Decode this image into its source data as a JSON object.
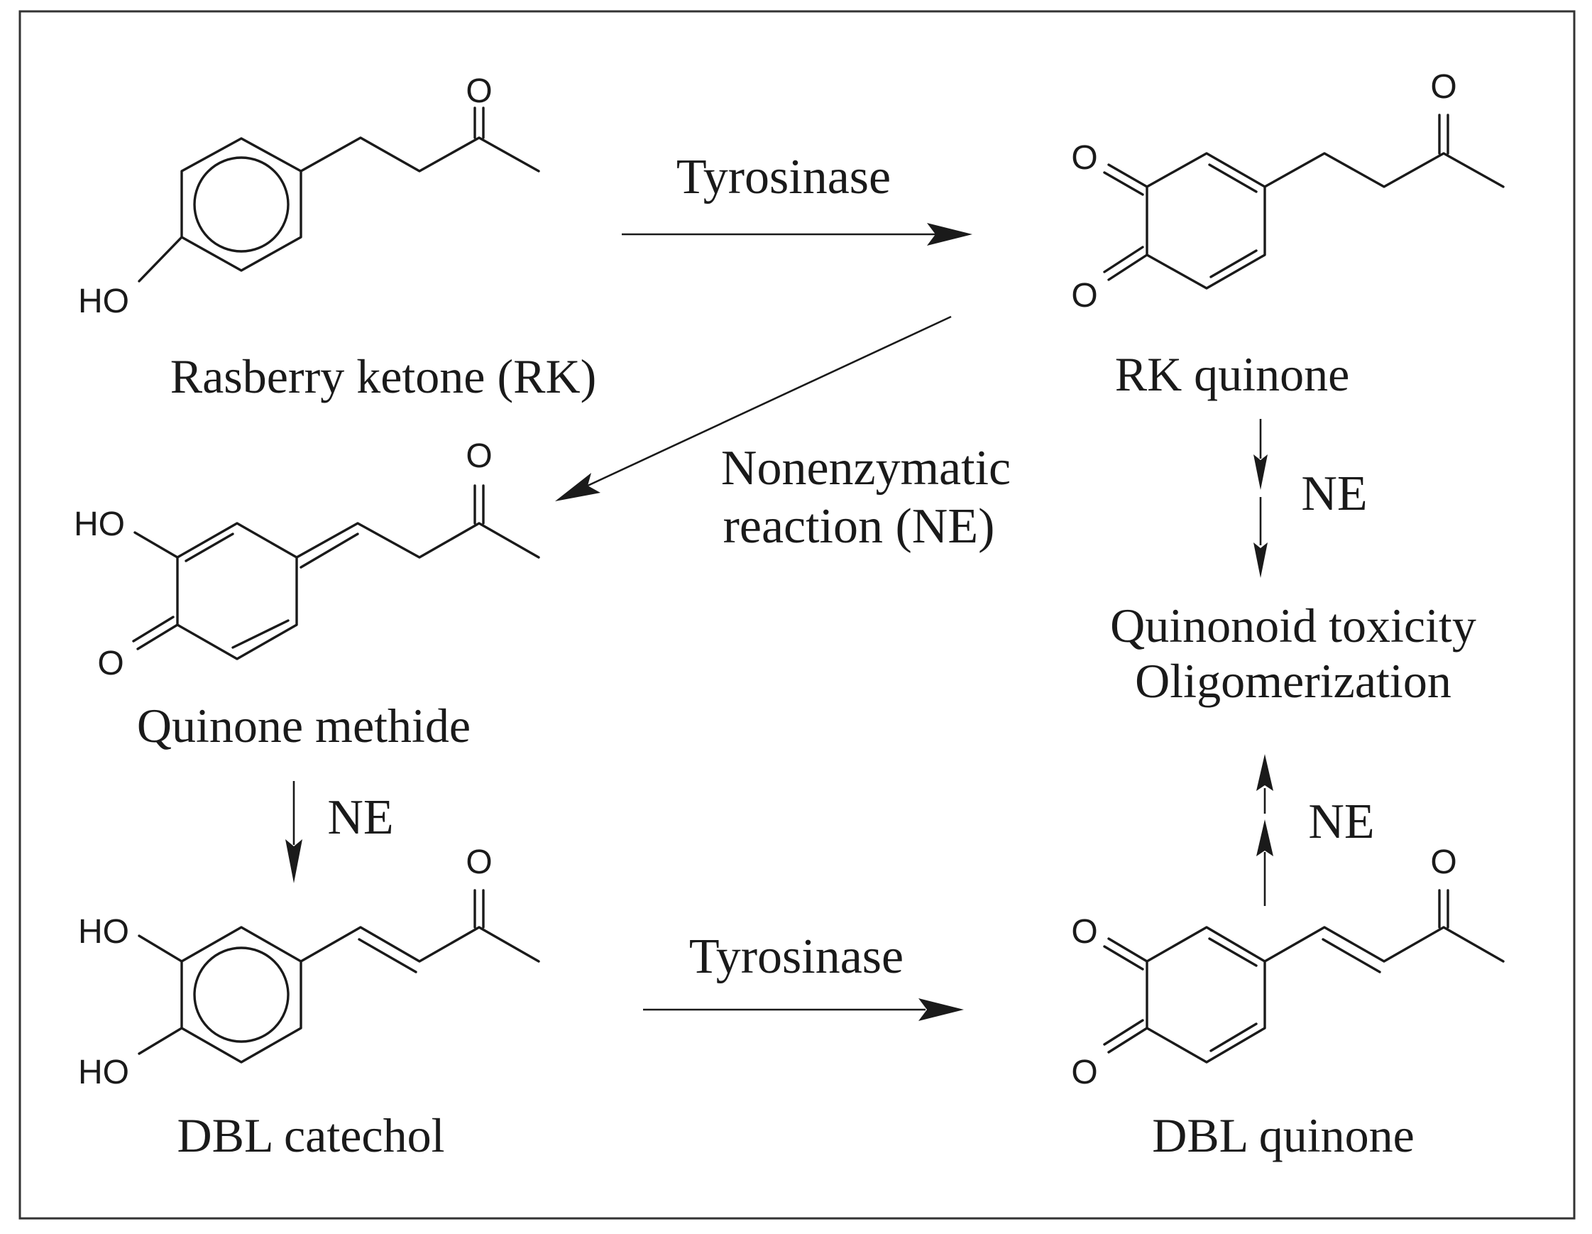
{
  "compounds": {
    "rk": {
      "name": "Rasberry ketone (RK)",
      "atoms": {
        "oxygen": "O",
        "hydroxyl": "HO"
      }
    },
    "rk_quinone": {
      "name": "RK quinone",
      "atoms": {
        "oxygen_top": "O",
        "oxygen_1": "O",
        "oxygen_2": "O"
      }
    },
    "quinone_methide": {
      "name": "Quinone methide",
      "atoms": {
        "oxygen_top": "O",
        "hydroxyl": "HO",
        "oxygen": "O"
      }
    },
    "dbl_catechol": {
      "name": "DBL catechol",
      "atoms": {
        "oxygen_top": "O",
        "hydroxyl_1": "HO",
        "hydroxyl_2": "HO"
      }
    },
    "dbl_quinone": {
      "name": "DBL quinone",
      "atoms": {
        "oxygen_top": "O",
        "oxygen_1": "O",
        "oxygen_2": "O"
      }
    }
  },
  "reactions": {
    "top_enzyme": "Tyrosinase",
    "bottom_enzyme": "Tyrosinase",
    "nonenzymatic": [
      "Nonenzymatic",
      "reaction (NE)"
    ],
    "ne_right_top": "NE",
    "ne_left": "NE",
    "ne_right_bottom": "NE"
  },
  "outcome": [
    "Quinonoid toxicity",
    "Oligomerization"
  ]
}
